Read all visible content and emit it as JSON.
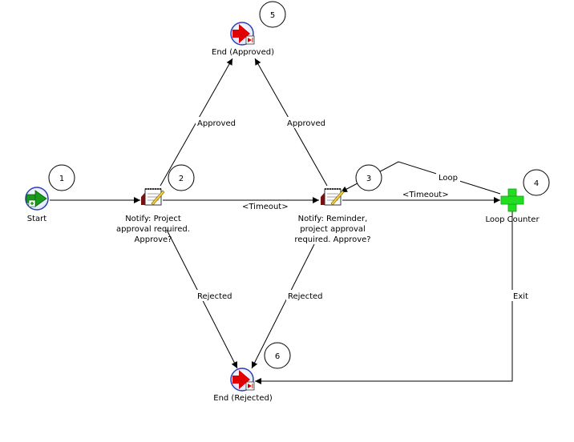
{
  "nodes": {
    "start": {
      "label": "Start"
    },
    "notify_approval": {
      "label_lines": [
        "Notify: Project",
        "approval required.",
        "Approve?"
      ]
    },
    "notify_reminder": {
      "label_lines": [
        "Notify: Reminder,",
        "project approval",
        "required. Approve?"
      ]
    },
    "loop_counter": {
      "label": "Loop Counter"
    },
    "end_approved": {
      "label": "End (Approved)"
    },
    "end_rejected": {
      "label": "End (Rejected)"
    }
  },
  "callouts": [
    "1",
    "2",
    "3",
    "4",
    "5",
    "6"
  ],
  "edges": {
    "approved_1": "Approved",
    "approved_2": "Approved",
    "timeout_1": "<Timeout>",
    "timeout_2": "<Timeout>",
    "loop": "Loop",
    "rejected_1": "Rejected",
    "rejected_2": "Rejected",
    "exit": "Exit"
  },
  "colors": {
    "end_arrow": "#e00000",
    "start_arrow": "#1a9a1a",
    "plus": "#22dd22",
    "node_ring": "#2a3fb8"
  }
}
